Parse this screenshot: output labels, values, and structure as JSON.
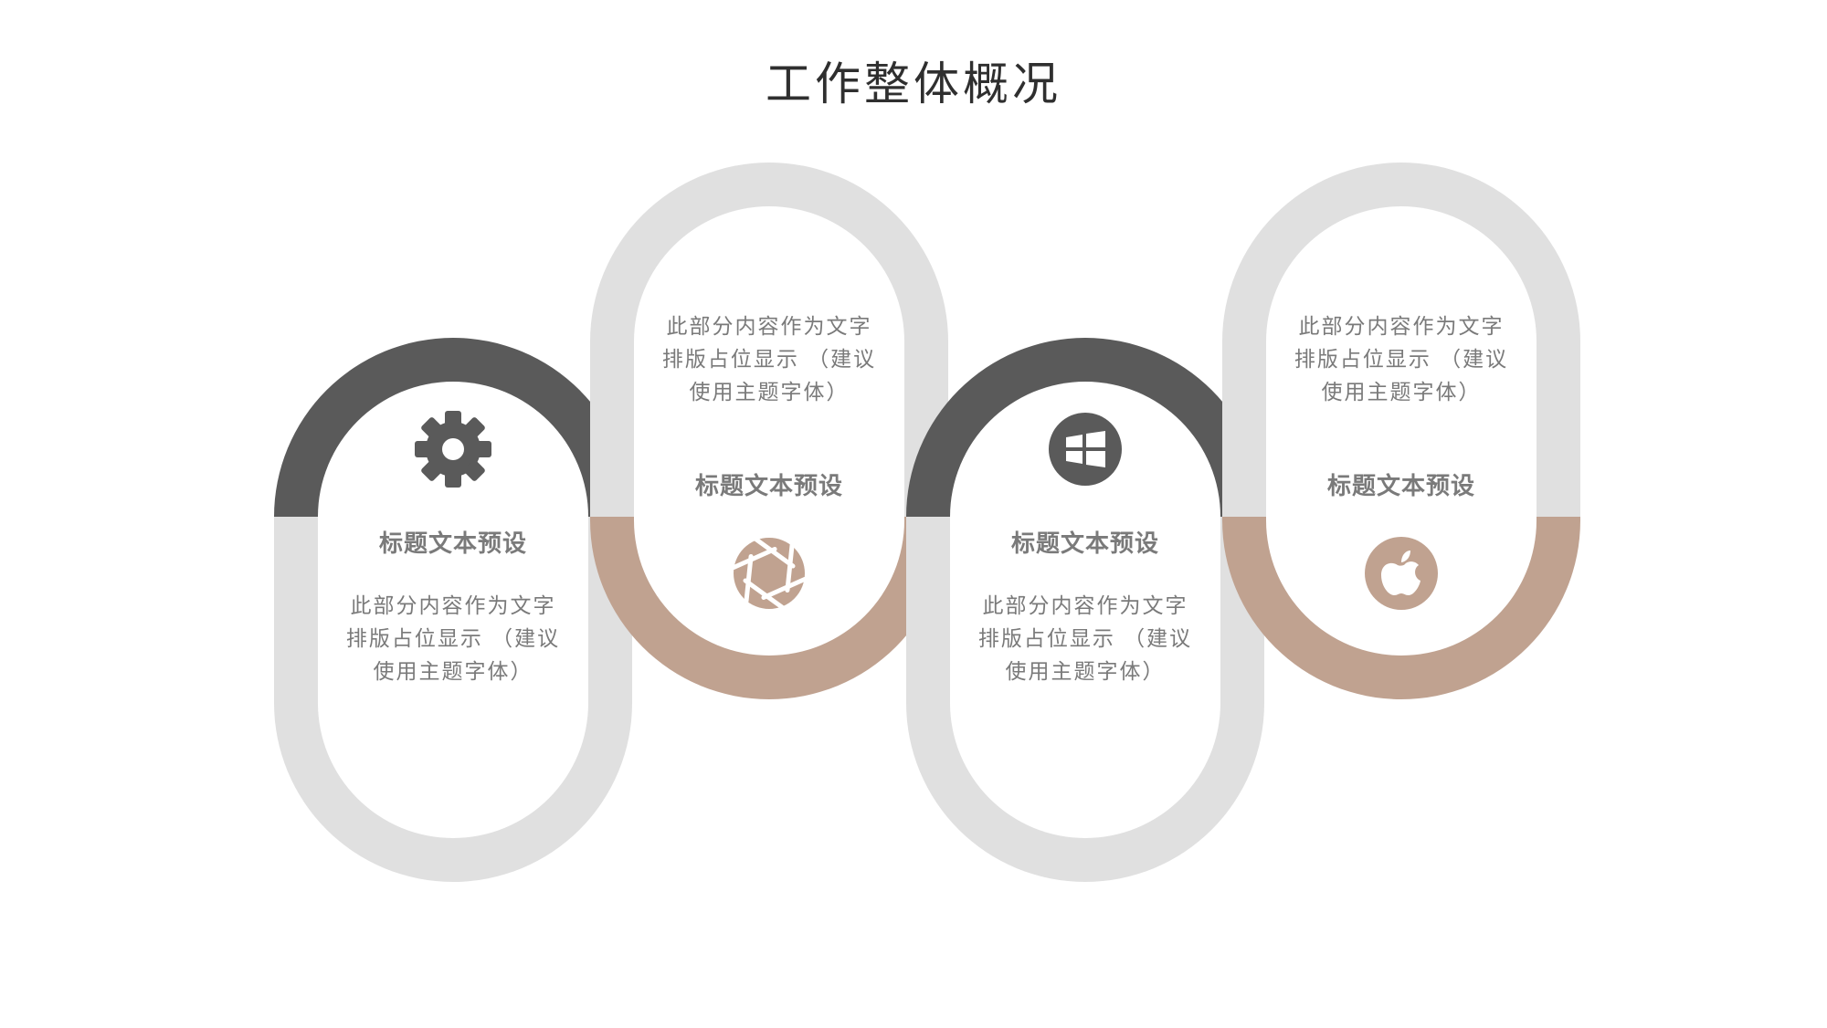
{
  "page": {
    "title": "工作整体概况"
  },
  "colors": {
    "track": "#e0e0e0",
    "dark": "#5a5a5a",
    "accent": "#c0a290",
    "text": "#7a7a7a",
    "title": "#2f2f2f"
  },
  "steps": [
    {
      "icon": "gear-icon",
      "title": "标题文本预设",
      "body": [
        "此部分内容作为文字",
        "排版占位显示 （建议",
        "使用主题字体）"
      ]
    },
    {
      "icon": "aperture-icon",
      "title": "标题文本预设",
      "body": [
        "此部分内容作为文字",
        "排版占位显示 （建议",
        "使用主题字体）"
      ]
    },
    {
      "icon": "windows-icon",
      "title": "标题文本预设",
      "body": [
        "此部分内容作为文字",
        "排版占位显示 （建议",
        "使用主题字体）"
      ]
    },
    {
      "icon": "apple-icon",
      "title": "标题文本预设",
      "body": [
        "此部分内容作为文字",
        "排版占位显示 （建议",
        "使用主题字体）"
      ]
    }
  ]
}
